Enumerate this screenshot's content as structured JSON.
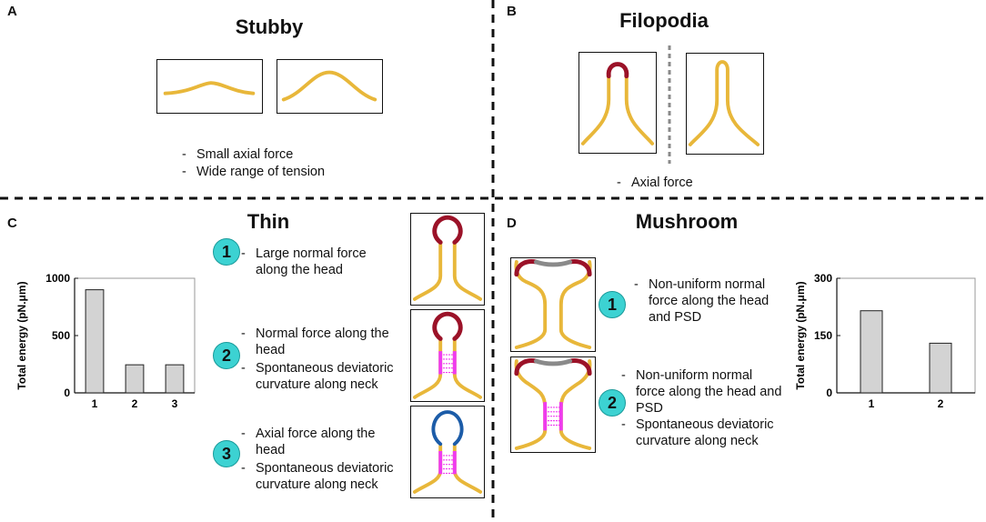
{
  "panels": {
    "a": {
      "letter": "A",
      "title": "Stubby",
      "notes": [
        "Small axial force",
        "Wide range of tension"
      ]
    },
    "b": {
      "letter": "B",
      "title": "Filopodia",
      "notes": [
        "Axial force"
      ]
    },
    "c": {
      "letter": "C",
      "title": "Thin",
      "items": [
        {
          "num": "1",
          "lines": [
            [
              "Large normal force",
              "along the head"
            ]
          ]
        },
        {
          "num": "2",
          "lines": [
            [
              "Normal force along the",
              "head"
            ],
            [
              "Spontaneous deviatoric",
              "curvature along neck"
            ]
          ]
        },
        {
          "num": "3",
          "lines": [
            [
              "Axial force along the",
              "head"
            ],
            [
              "Spontaneous deviatoric",
              "curvature along neck"
            ]
          ]
        }
      ]
    },
    "d": {
      "letter": "D",
      "title": "Mushroom",
      "items": [
        {
          "num": "1",
          "lines": [
            [
              "Non-uniform normal",
              "force along the head",
              "and PSD"
            ]
          ]
        },
        {
          "num": "2",
          "lines": [
            [
              "Non-uniform normal",
              "force along the head and",
              "PSD"
            ],
            [
              "Spontaneous deviatoric",
              "curvature along neck"
            ]
          ]
        }
      ]
    }
  },
  "colors": {
    "membrane": "#e8b73a",
    "head_red": "#9b1228",
    "head_blue": "#1c5ca8",
    "psd_gray": "#8a8a8a",
    "neck_magenta": "#ef3bef",
    "bar_fill": "#d3d3d3",
    "badge": "#3cd2d2",
    "divider": "#111111",
    "dotted": "#8a8a8a"
  },
  "chart_data": [
    {
      "type": "bar",
      "categories": [
        "1",
        "2",
        "3"
      ],
      "values": [
        900,
        245,
        245
      ],
      "ylabel": "Total energy (pN.μm)",
      "ylim": [
        0,
        1000
      ],
      "yticks": [
        "0",
        "500",
        "1000"
      ]
    },
    {
      "type": "bar",
      "categories": [
        "1",
        "2"
      ],
      "values": [
        215,
        130
      ],
      "ylabel": "Total energy (pN.μm)",
      "ylim": [
        0,
        300
      ],
      "yticks": [
        "0",
        "150",
        "300"
      ]
    }
  ]
}
